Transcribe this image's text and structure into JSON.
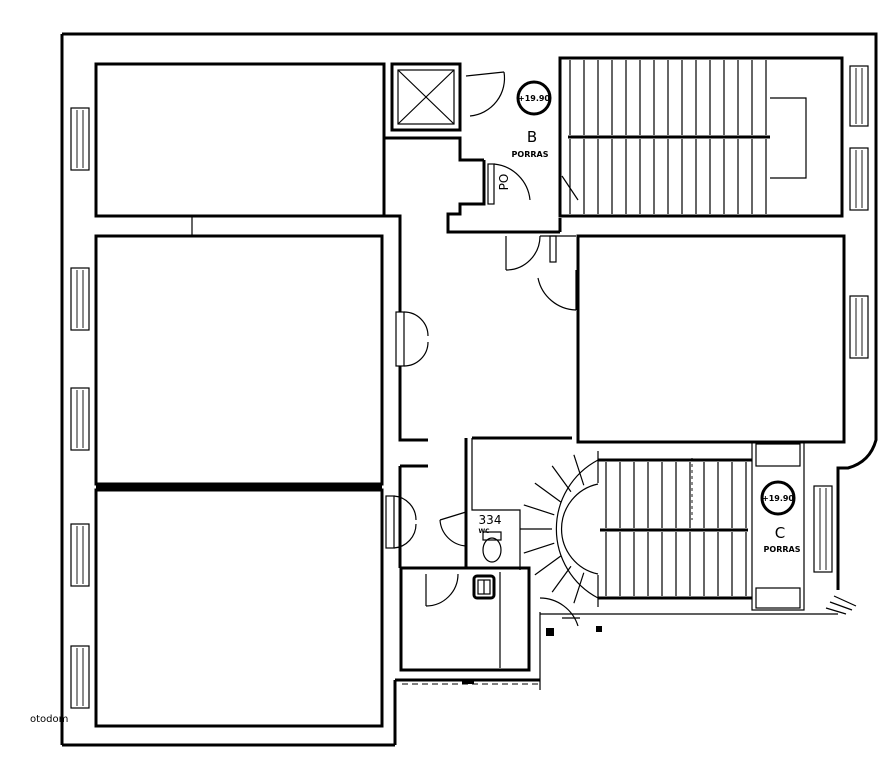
{
  "staircase_b": {
    "level": "+19.90",
    "letter": "B",
    "label": "PORRAS",
    "side_label": "PO"
  },
  "staircase_c": {
    "level": "+19.90",
    "letter": "C",
    "label": "PORRAS"
  },
  "wc": {
    "number": "334",
    "label": "WC"
  },
  "watermark": "otodom"
}
